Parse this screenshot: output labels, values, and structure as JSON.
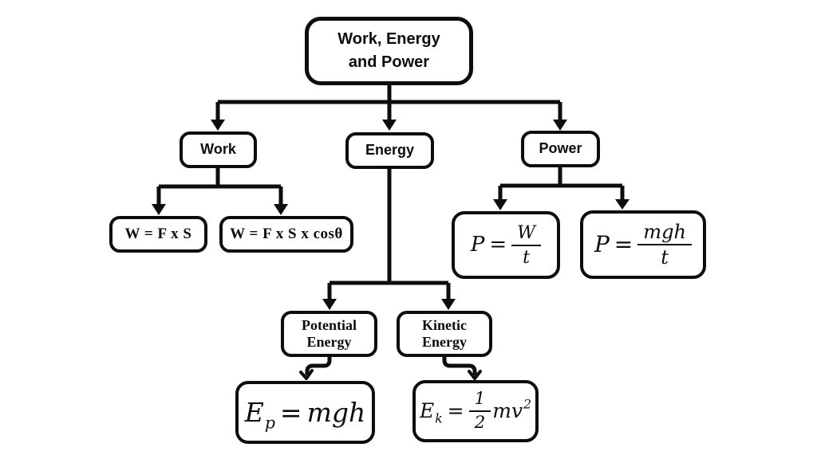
{
  "page": {
    "background": "#ffffff",
    "ink": "#0d0d0d",
    "description": "Concept map of Work, Energy and Power with formulas"
  },
  "nodes": {
    "root": {
      "label": "Work, Energy and Power"
    },
    "work": {
      "label": "Work"
    },
    "energy": {
      "label": "Energy"
    },
    "power": {
      "label": "Power"
    },
    "work_formula_basic": {
      "label": "W = F x S"
    },
    "work_formula_angle": {
      "label": "W = F x S x cosθ"
    },
    "potential_energy": {
      "label": "Potential Energy"
    },
    "kinetic_energy": {
      "label": "Kinetic Energy"
    },
    "power_formula_work_time": {
      "lhs": "P",
      "equals": "=",
      "numerator": "W",
      "denominator": "t"
    },
    "power_formula_mgh_time": {
      "lhs": "P",
      "equals": "=",
      "numerator": "mgh",
      "denominator": "t"
    },
    "potential_formula": {
      "base": "E",
      "subscript": "p",
      "equals": "=",
      "rhs": "mgh"
    },
    "kinetic_formula": {
      "base": "E",
      "subscript": "k",
      "equals": "=",
      "numerator": "1",
      "denominator": "2",
      "term": "mv",
      "superscript": "2"
    }
  }
}
